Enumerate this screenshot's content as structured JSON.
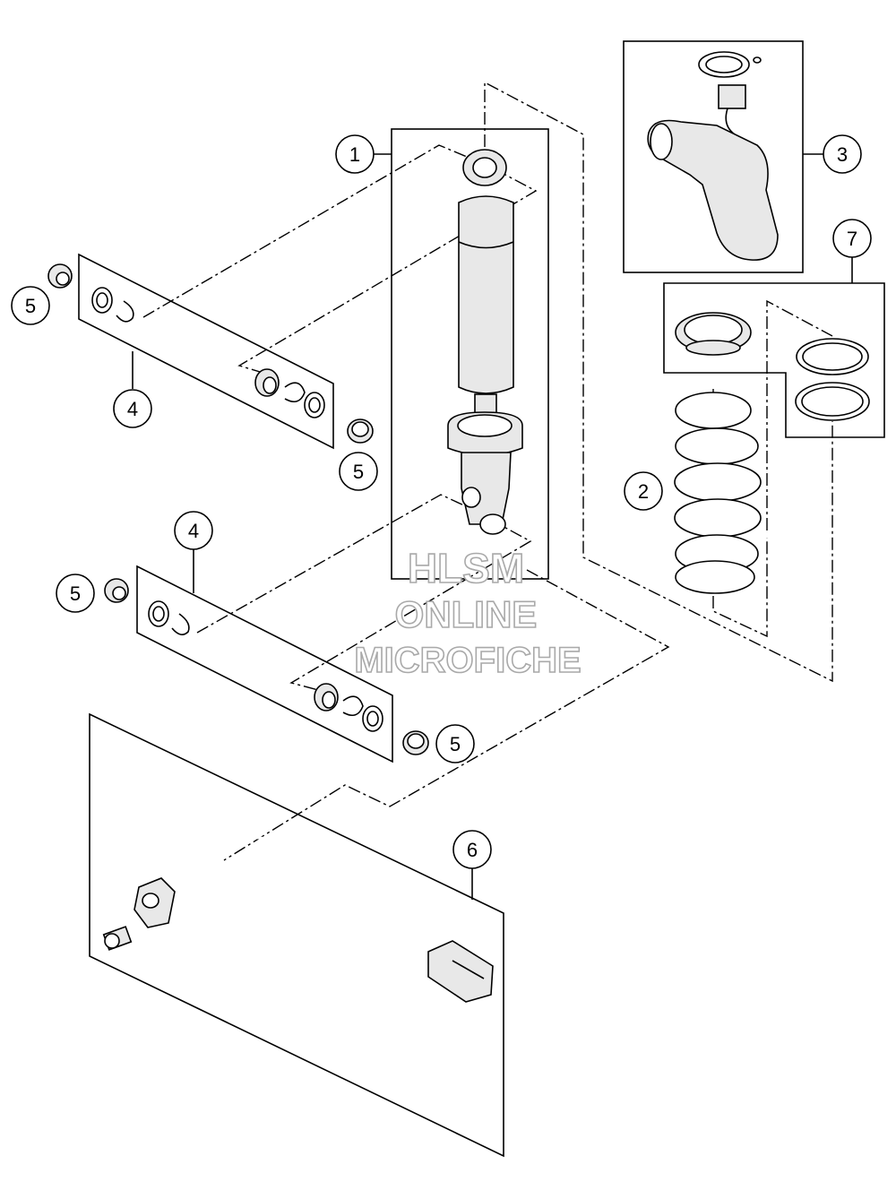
{
  "callouts": [
    {
      "id": "1",
      "label": "1"
    },
    {
      "id": "2",
      "label": "2"
    },
    {
      "id": "3",
      "label": "3"
    },
    {
      "id": "4a",
      "label": "4"
    },
    {
      "id": "4b",
      "label": "4"
    },
    {
      "id": "5a",
      "label": "5"
    },
    {
      "id": "5b",
      "label": "5"
    },
    {
      "id": "5c",
      "label": "5"
    },
    {
      "id": "5d",
      "label": "5"
    },
    {
      "id": "6",
      "label": "6"
    },
    {
      "id": "7",
      "label": "7"
    }
  ],
  "watermark": {
    "line1": "HLSM",
    "line2": "ONLINE",
    "line3": "MICROFICHE"
  }
}
